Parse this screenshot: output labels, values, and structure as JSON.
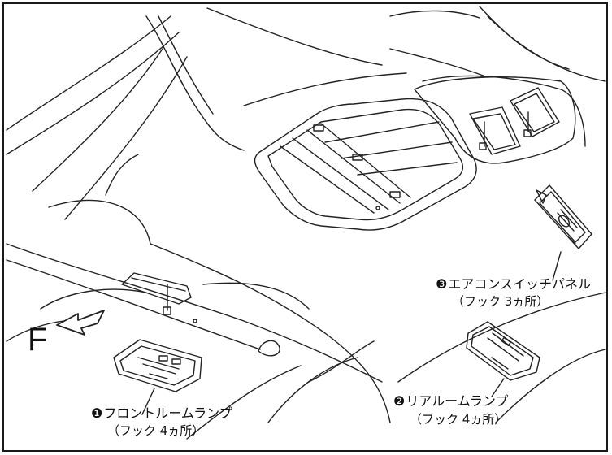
{
  "direction": {
    "label": "F"
  },
  "callouts": [
    {
      "marker": "❶",
      "name": "フロントルームランプ",
      "note": "（フック 4ヵ所）"
    },
    {
      "marker": "❷",
      "name": "リアルームランプ",
      "note": "（フック 4ヵ所）"
    },
    {
      "marker": "❸",
      "name": "エアコンスイッチパネル",
      "note": "（フック 3ヵ所）"
    }
  ]
}
